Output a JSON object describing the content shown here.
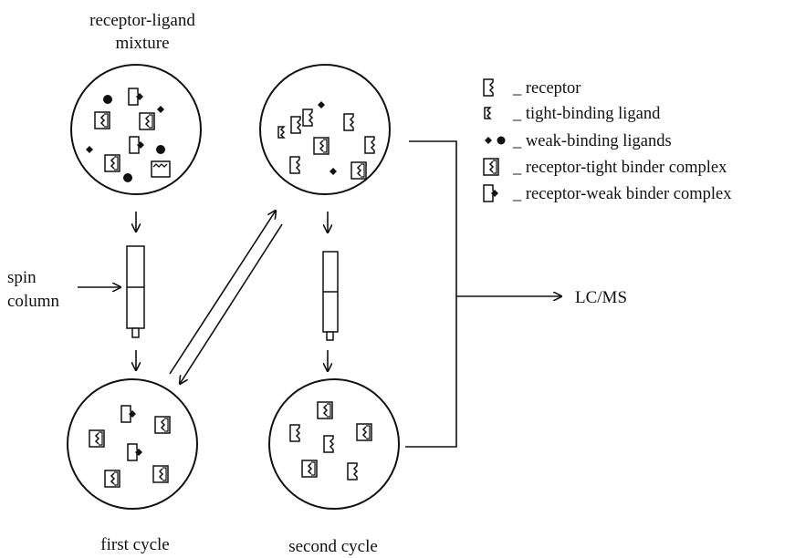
{
  "labels": {
    "mixture_line1": "receptor-ligand",
    "mixture_line2": "mixture",
    "spin_line1": "spin",
    "spin_line2": "column",
    "first_cycle": "first cycle",
    "second_cycle": "second cycle",
    "output": "LC/MS"
  },
  "legend": [
    {
      "symbol": "receptor",
      "label": "_ receptor"
    },
    {
      "symbol": "tight-ligand",
      "label": "_ tight-binding ligand"
    },
    {
      "symbol": "weak-ligands",
      "label": "_ weak-binding ligands"
    },
    {
      "symbol": "tight-complex",
      "label": "_ receptor-tight binder complex"
    },
    {
      "symbol": "weak-complex",
      "label": "_ receptor-weak binder complex"
    }
  ]
}
